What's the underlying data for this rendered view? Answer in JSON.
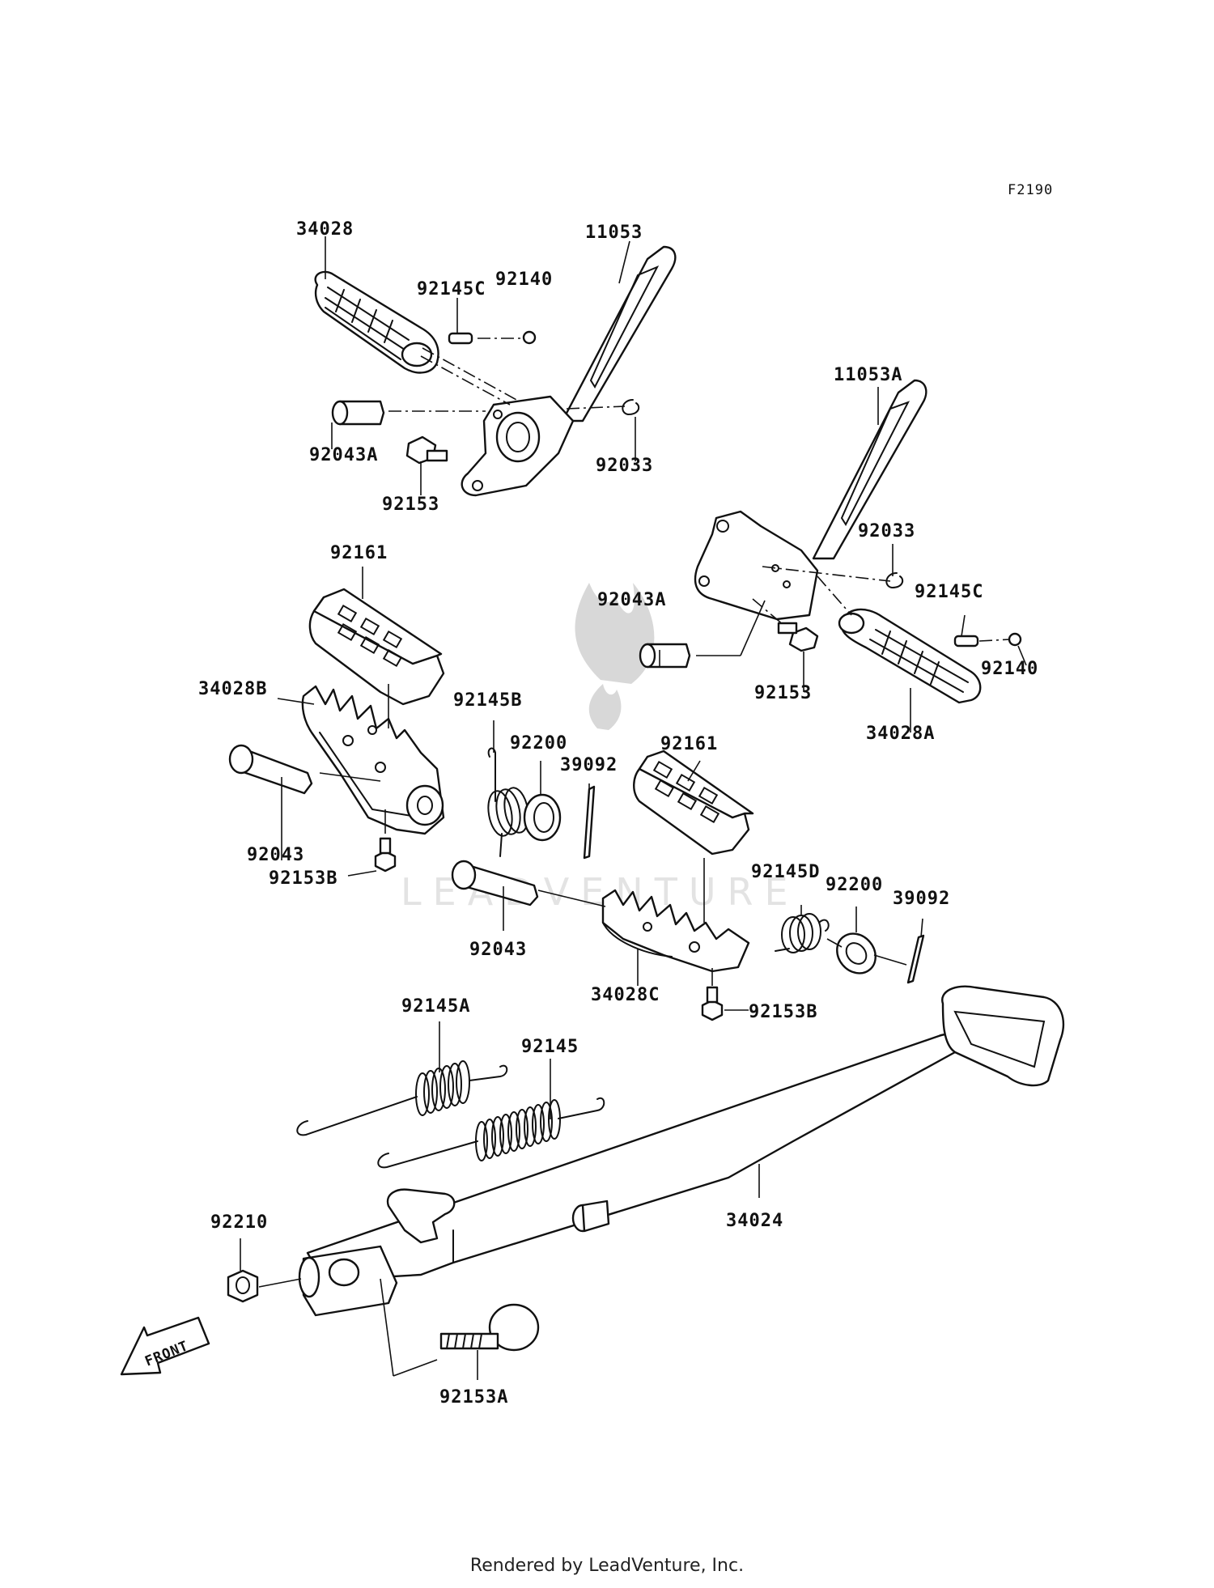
{
  "figure_code": "F2190",
  "watermark": "LEADVENTURE",
  "footer": "Rendered by LeadVenture, Inc.",
  "front_arrow": "FRONT",
  "parts": [
    {
      "id": "34028"
    },
    {
      "id": "11053"
    },
    {
      "id": "92145C"
    },
    {
      "id": "92140"
    },
    {
      "id": "92043A"
    },
    {
      "id": "92153"
    },
    {
      "id": "92033"
    },
    {
      "id": "11053A"
    },
    {
      "id": "92033"
    },
    {
      "id": "92043A"
    },
    {
      "id": "92145C"
    },
    {
      "id": "92140"
    },
    {
      "id": "92153"
    },
    {
      "id": "34028A"
    },
    {
      "id": "92161"
    },
    {
      "id": "34028B"
    },
    {
      "id": "92043"
    },
    {
      "id": "92153B"
    },
    {
      "id": "92145B"
    },
    {
      "id": "92200"
    },
    {
      "id": "39092"
    },
    {
      "id": "92161"
    },
    {
      "id": "92043"
    },
    {
      "id": "92145D"
    },
    {
      "id": "92200"
    },
    {
      "id": "39092"
    },
    {
      "id": "34028C"
    },
    {
      "id": "92153B"
    },
    {
      "id": "92145A"
    },
    {
      "id": "92145"
    },
    {
      "id": "92210"
    },
    {
      "id": "34024"
    },
    {
      "id": "92153A"
    }
  ]
}
